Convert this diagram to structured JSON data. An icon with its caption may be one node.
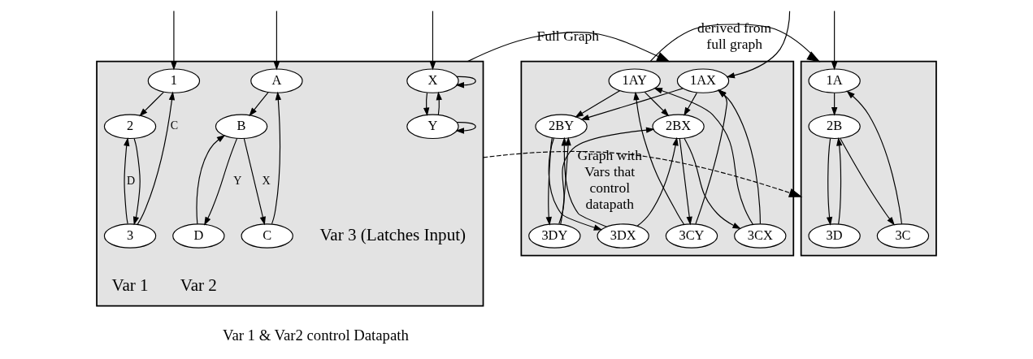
{
  "diagram": {
    "nodes": [
      {
        "text": [],
        "shape": "box",
        "beside": [
          "Var 1 & Var2 control Datapath"
        ]
      },
      {
        "text": [
          "1"
        ],
        "in": 0
      },
      {
        "text": [
          "2"
        ],
        "in": 0
      },
      {
        "text": [
          "3"
        ],
        "in": 0
      },
      {
        "text": [
          "A"
        ],
        "in": 0
      },
      {
        "text": [
          "B"
        ],
        "in": 0
      },
      {
        "text": [
          "C"
        ],
        "in": 0
      },
      {
        "text": [
          "D"
        ],
        "in": 0
      },
      {
        "text": [
          "X"
        ],
        "in": 0
      },
      {
        "text": [
          "Y"
        ],
        "in": 0
      },
      {
        "text": [],
        "shape": "box"
      },
      {
        "text": [
          "1AX"
        ],
        "in": 10
      },
      {
        "text": [
          "1AY"
        ],
        "in": 10
      },
      {
        "text": [
          "2BX"
        ],
        "in": 10
      },
      {
        "text": [
          "2BY"
        ],
        "in": 10
      },
      {
        "text": [
          "3CX"
        ],
        "in": 10
      },
      {
        "text": [
          "3CY"
        ],
        "in": 10
      },
      {
        "text": [
          "3DX"
        ],
        "in": 10
      },
      {
        "text": [
          "3DY"
        ],
        "in": 10
      },
      {
        "text": [],
        "shape": "box"
      },
      {
        "text": [
          "1A"
        ],
        "in": 19
      },
      {
        "text": [
          "2B"
        ],
        "in": 19
      },
      {
        "text": [
          "3C"
        ],
        "in": 19
      },
      {
        "text": [
          "3D"
        ],
        "in": 19
      }
    ],
    "edges": [
      {
        "from": null,
        "to": 1,
        "arrow": "to"
      },
      {
        "from": 1,
        "to": 2,
        "arrow": "to"
      },
      {
        "from": 2,
        "to": 3,
        "arrow": "to"
      },
      {
        "from": 3,
        "to": 1,
        "arrow": "to",
        "label": "C"
      },
      {
        "from": 3,
        "to": 2,
        "arrow": "to",
        "label": "D"
      },
      {
        "from": null,
        "to": 4,
        "arrow": "to"
      },
      {
        "from": 4,
        "to": 5,
        "arrow": "to"
      },
      {
        "from": 5,
        "to": 6,
        "arrow": "to",
        "label": "X"
      },
      {
        "from": 5,
        "to": 7,
        "arrow": "to",
        "label": "Y"
      },
      {
        "from": 6,
        "to": 4,
        "arrow": "to"
      },
      {
        "from": 7,
        "to": 5,
        "arrow": "to"
      },
      {
        "from": null,
        "to": 8,
        "arrow": "to"
      },
      {
        "from": 8,
        "to": 8,
        "arrow": "to"
      },
      {
        "from": 8,
        "to": 9,
        "arrow": "to"
      },
      {
        "from": 9,
        "to": 8,
        "arrow": "to"
      },
      {
        "from": 9,
        "to": 9,
        "arrow": "to"
      },
      {
        "from": 0,
        "to": 10,
        "arrow": "to",
        "label": "Full Graph"
      },
      {
        "from": 0,
        "to": 19,
        "arrow": "to",
        "style": "dashed",
        "label": "Graph with Vars that control datapath"
      },
      {
        "from": 10,
        "to": 19,
        "arrow": "to",
        "label": "derived from full graph"
      },
      {
        "from": null,
        "to": 11,
        "arrow": "to"
      },
      {
        "from": 11,
        "to": 13,
        "arrow": "to"
      },
      {
        "from": 11,
        "to": 14,
        "arrow": "to"
      },
      {
        "from": 12,
        "to": 13,
        "arrow": "to"
      },
      {
        "from": 12,
        "to": 14,
        "arrow": "to"
      },
      {
        "from": 13,
        "to": 15,
        "arrow": "to"
      },
      {
        "from": 13,
        "to": 16,
        "arrow": "to"
      },
      {
        "from": 14,
        "to": 17,
        "arrow": "to"
      },
      {
        "from": 14,
        "to": 18,
        "arrow": "to"
      },
      {
        "from": 15,
        "to": 11,
        "arrow": "to"
      },
      {
        "from": 15,
        "to": 12,
        "arrow": "to"
      },
      {
        "from": 16,
        "to": 11,
        "arrow": "to"
      },
      {
        "from": 16,
        "to": 12,
        "arrow": "to"
      },
      {
        "from": 17,
        "to": 13,
        "arrow": "to"
      },
      {
        "from": 17,
        "to": 14,
        "arrow": "to"
      },
      {
        "from": 18,
        "to": 14,
        "arrow": "to"
      },
      {
        "from": 18,
        "to": 13,
        "arrow": "to"
      },
      {
        "from": null,
        "to": 20,
        "arrow": "to"
      },
      {
        "from": 20,
        "to": 21,
        "arrow": "to"
      },
      {
        "from": 21,
        "to": 22,
        "arrow": "to"
      },
      {
        "from": 21,
        "to": 23,
        "arrow": "to"
      },
      {
        "from": 22,
        "to": 20,
        "arrow": "to"
      },
      {
        "from": 23,
        "to": 21,
        "arrow": "to"
      }
    ],
    "labels": [
      "Var 1",
      "Var 2",
      "Var 3 (Latches Input)"
    ]
  }
}
